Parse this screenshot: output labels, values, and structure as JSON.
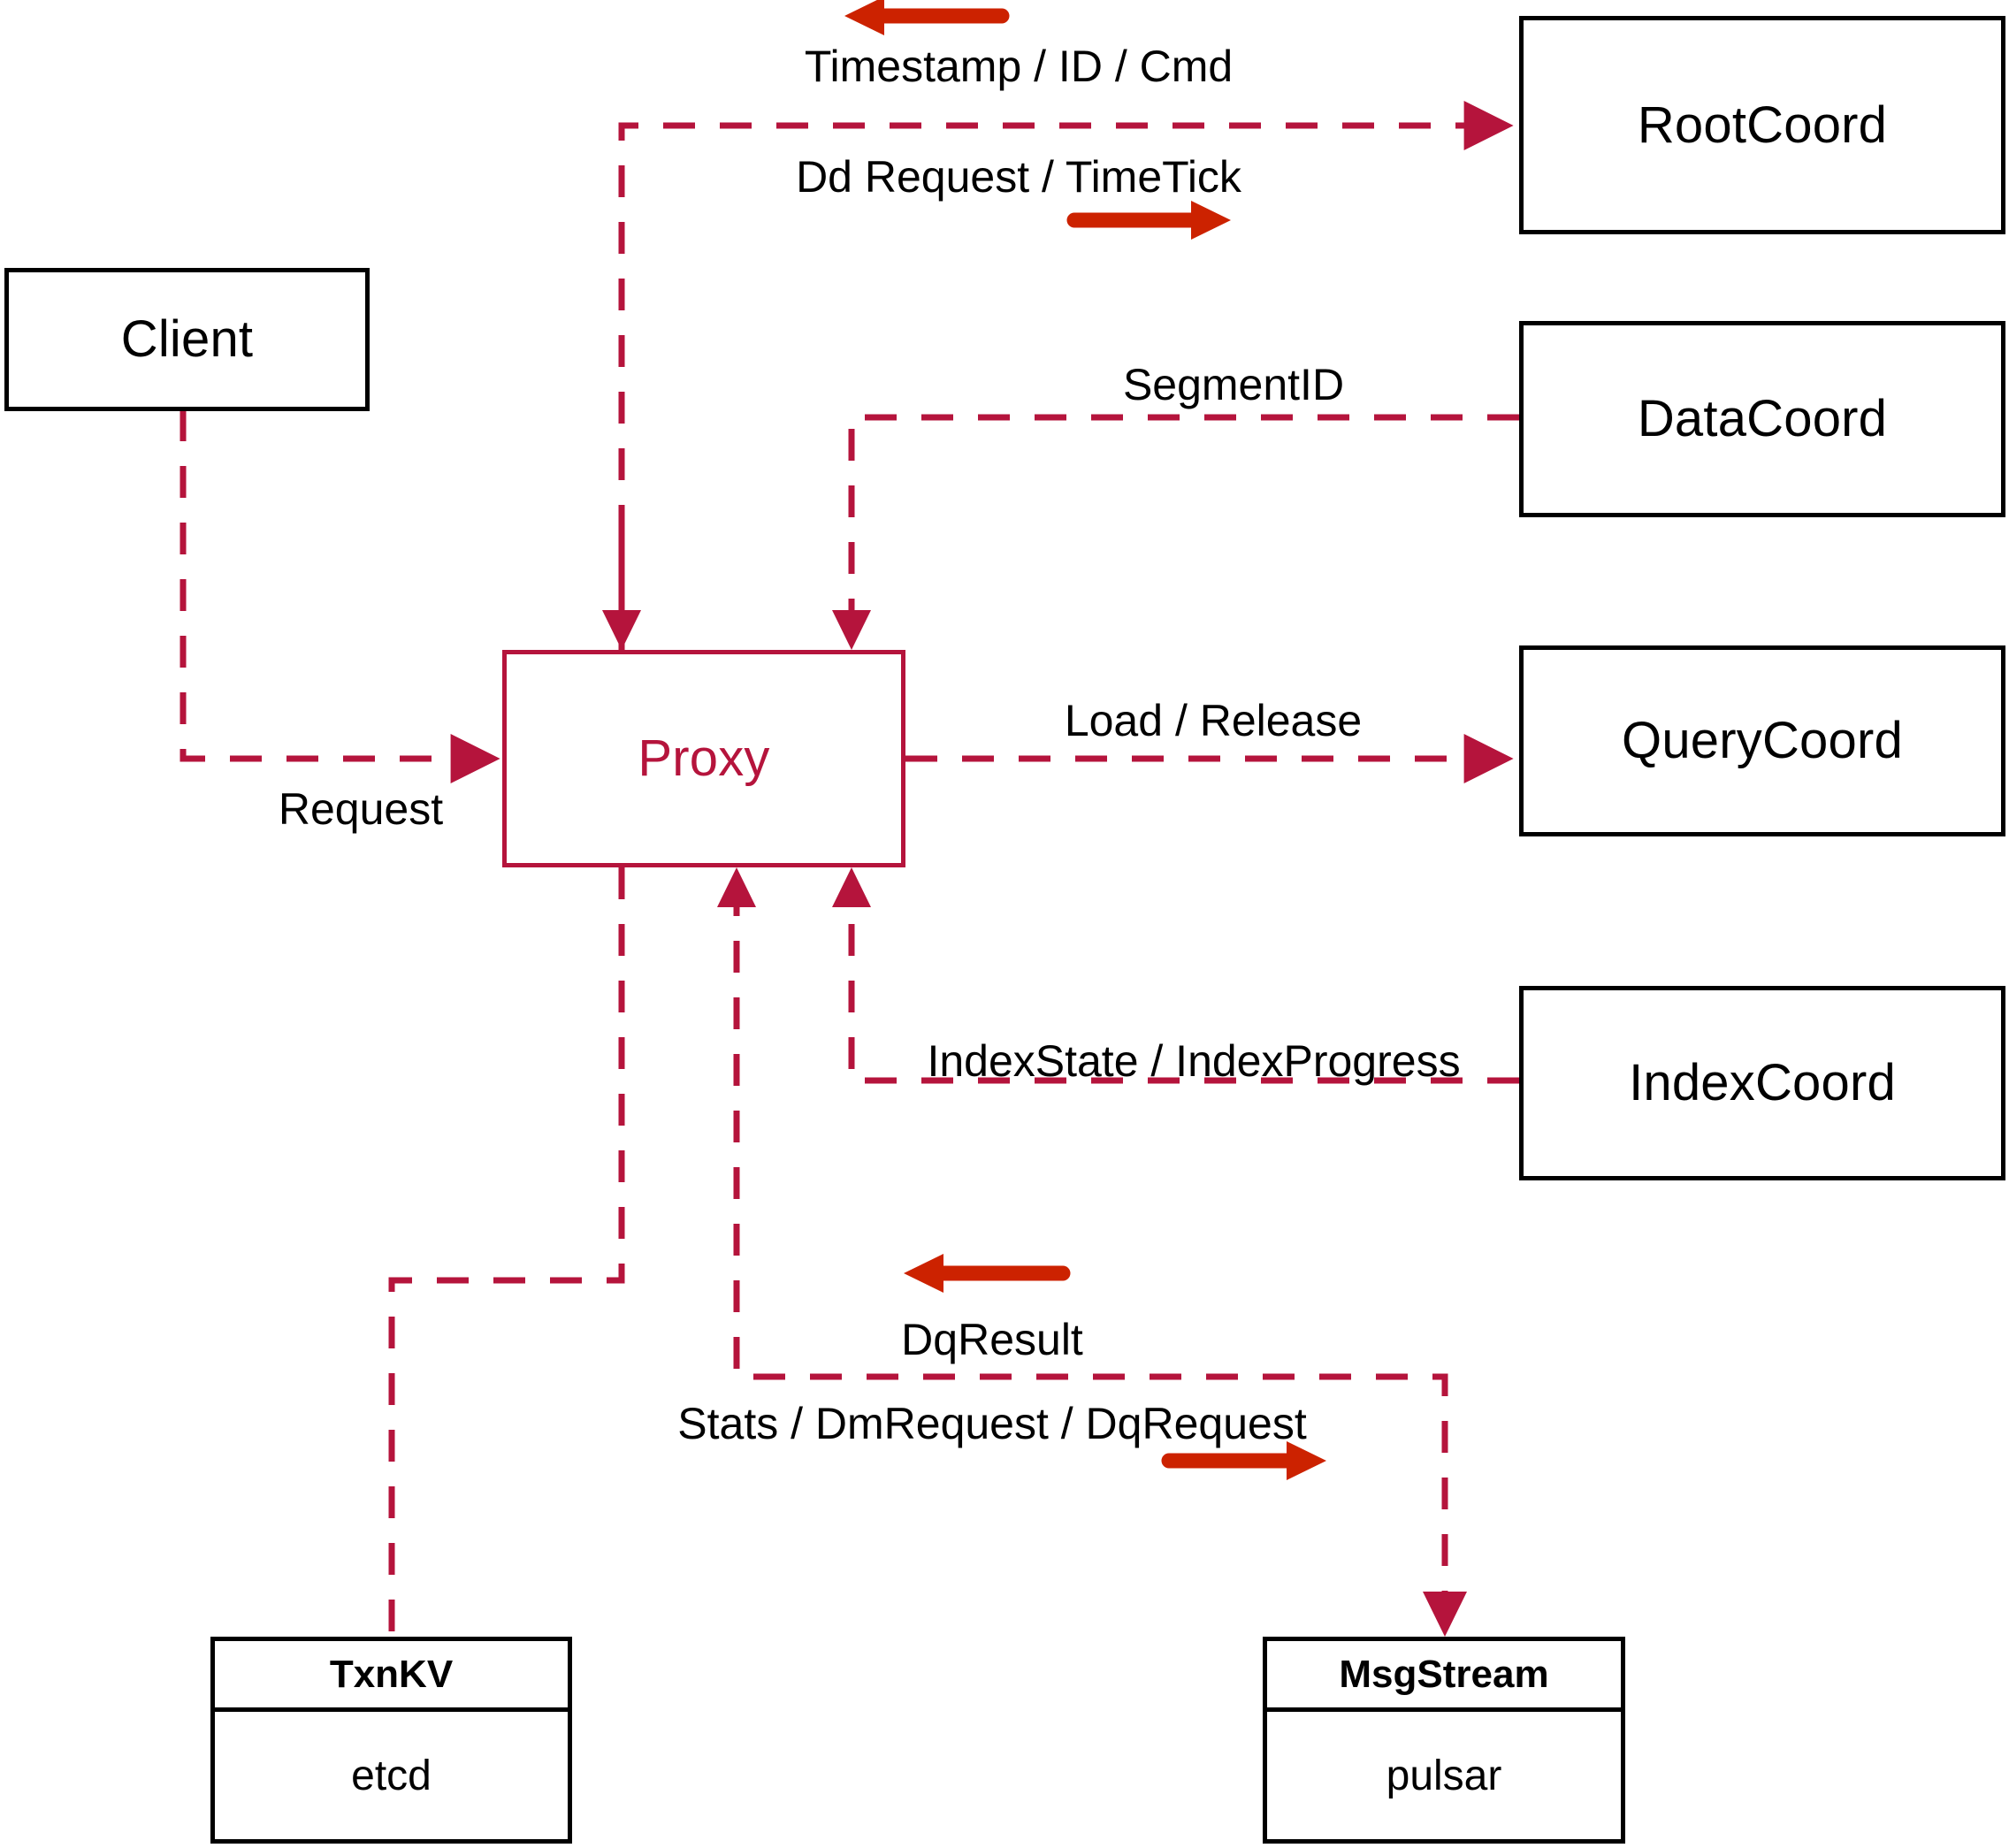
{
  "diagram": {
    "title": "Milvus Proxy interaction diagram",
    "colors": {
      "dashed_line": "#B5143C",
      "solid_arrow": "#CC2200",
      "node_border": "#000000",
      "accent_node": "#B5143C",
      "background": "#FFFFFF"
    },
    "nodes": [
      {
        "id": "client",
        "label": "Client"
      },
      {
        "id": "proxy",
        "label": "Proxy"
      },
      {
        "id": "rootcoord",
        "label": "RootCoord"
      },
      {
        "id": "datacoord",
        "label": "DataCoord"
      },
      {
        "id": "querycoord",
        "label": "QueryCoord"
      },
      {
        "id": "indexcoord",
        "label": "IndexCoord"
      }
    ],
    "stacks": [
      {
        "id": "txnkv",
        "header": "TxnKV",
        "body": "etcd"
      },
      {
        "id": "msgstream",
        "header": "MsgStream",
        "body": "pulsar"
      }
    ],
    "edge_labels": [
      {
        "id": "timestamp-id-cmd",
        "text": "Timestamp / ID / Cmd"
      },
      {
        "id": "dd-request-timetick",
        "text": "Dd Request / TimeTick"
      },
      {
        "id": "segment-id",
        "text": "SegmentID"
      },
      {
        "id": "request",
        "text": "Request"
      },
      {
        "id": "load-release",
        "text": "Load / Release"
      },
      {
        "id": "index-state",
        "text": "IndexState / IndexProgress"
      },
      {
        "id": "dq-result",
        "text": "DqResult"
      },
      {
        "id": "stats-dm-dq",
        "text": "Stats / DmRequest / DqRequest"
      }
    ]
  }
}
